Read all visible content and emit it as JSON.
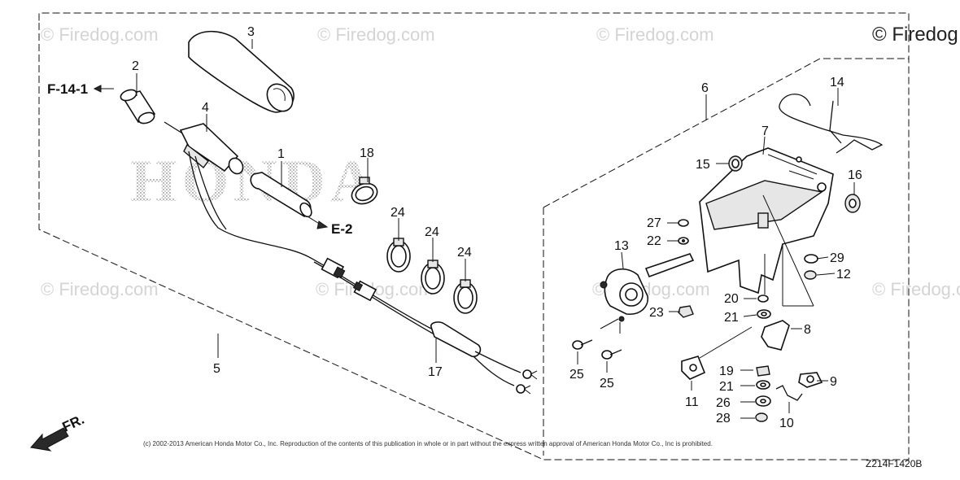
{
  "watermark": "© Firedog.com",
  "watermark_corner": "© Firedog",
  "brand_background": "HONDA",
  "references": {
    "f14": "F-14-1",
    "e2": "E-2"
  },
  "direction_label": "FR.",
  "callouts": {
    "c1": "1",
    "c2": "2",
    "c3": "3",
    "c4": "4",
    "c5": "5",
    "c6": "6",
    "c7": "7",
    "c8": "8",
    "c9": "9",
    "c10": "10",
    "c11": "11",
    "c12": "12",
    "c13": "13",
    "c14": "14",
    "c15": "15",
    "c16": "16",
    "c17": "17",
    "c18": "18",
    "c19": "19",
    "c20": "20",
    "c21a": "21",
    "c21b": "21",
    "c22": "22",
    "c23": "23",
    "c24a": "24",
    "c24b": "24",
    "c24c": "24",
    "c25a": "25",
    "c25b": "25",
    "c26": "26",
    "c27": "27",
    "c28": "28",
    "c29": "29"
  },
  "copyright": "(c) 2002-2013 American Honda Motor Co., Inc. Reproduction of the contents of this publication in whole or in part without the express written approval of American Honda Motor Co., Inc is prohibited.",
  "diagram_code": "Z214F1420B"
}
